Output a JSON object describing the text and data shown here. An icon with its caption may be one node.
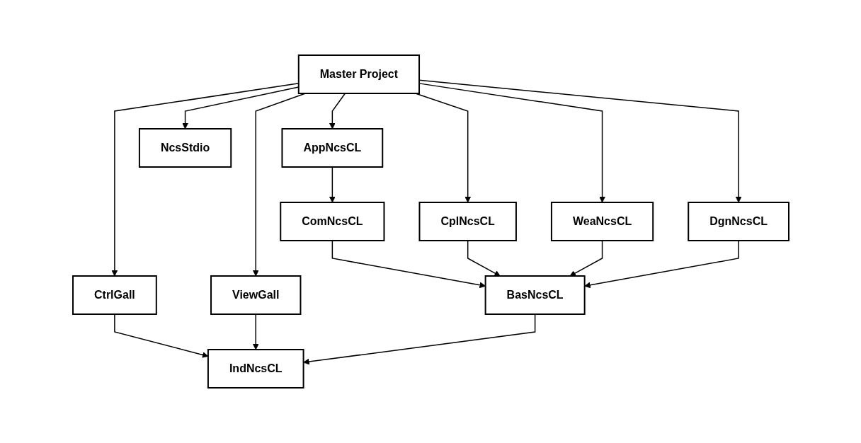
{
  "diagram": {
    "nodes": [
      {
        "text": [
          "Master Project"
        ]
      },
      {
        "text": [
          "AppNcsCL"
        ]
      },
      {
        "text": [
          "ComNcsCL"
        ]
      },
      {
        "text": [
          "CplNcsCL"
        ]
      },
      {
        "text": [
          "WeaNcsCL"
        ]
      },
      {
        "text": [
          "DgnNcsCL"
        ]
      },
      {
        "text": [
          "CtrlGall"
        ]
      },
      {
        "text": [
          "ViewGall"
        ]
      },
      {
        "text": [
          "BasNcsCL"
        ]
      },
      {
        "text": [
          "IndNcsCL"
        ]
      },
      {
        "text": [
          "NcsStdio"
        ]
      }
    ],
    "edges": [
      {
        "from": 0,
        "to": 6,
        "arrow": "to"
      },
      {
        "from": 0,
        "to": 7,
        "arrow": "to"
      },
      {
        "from": 0,
        "to": 1,
        "arrow": "to"
      },
      {
        "from": 0,
        "to": 3,
        "arrow": "to"
      },
      {
        "from": 0,
        "to": 4,
        "arrow": "to"
      },
      {
        "from": 0,
        "to": 5,
        "arrow": "to"
      },
      {
        "from": 0,
        "to": 10,
        "arrow": "to"
      },
      {
        "from": 1,
        "to": 2,
        "arrow": "to"
      },
      {
        "from": 2,
        "to": 8,
        "arrow": "to"
      },
      {
        "from": 3,
        "to": 8,
        "arrow": "to"
      },
      {
        "from": 4,
        "to": 8,
        "arrow": "to"
      },
      {
        "from": 5,
        "to": 8,
        "arrow": "to"
      },
      {
        "from": 6,
        "to": 9,
        "arrow": "to"
      },
      {
        "from": 7,
        "to": 9,
        "arrow": "to"
      },
      {
        "from": 8,
        "to": 9,
        "arrow": "to"
      }
    ]
  }
}
